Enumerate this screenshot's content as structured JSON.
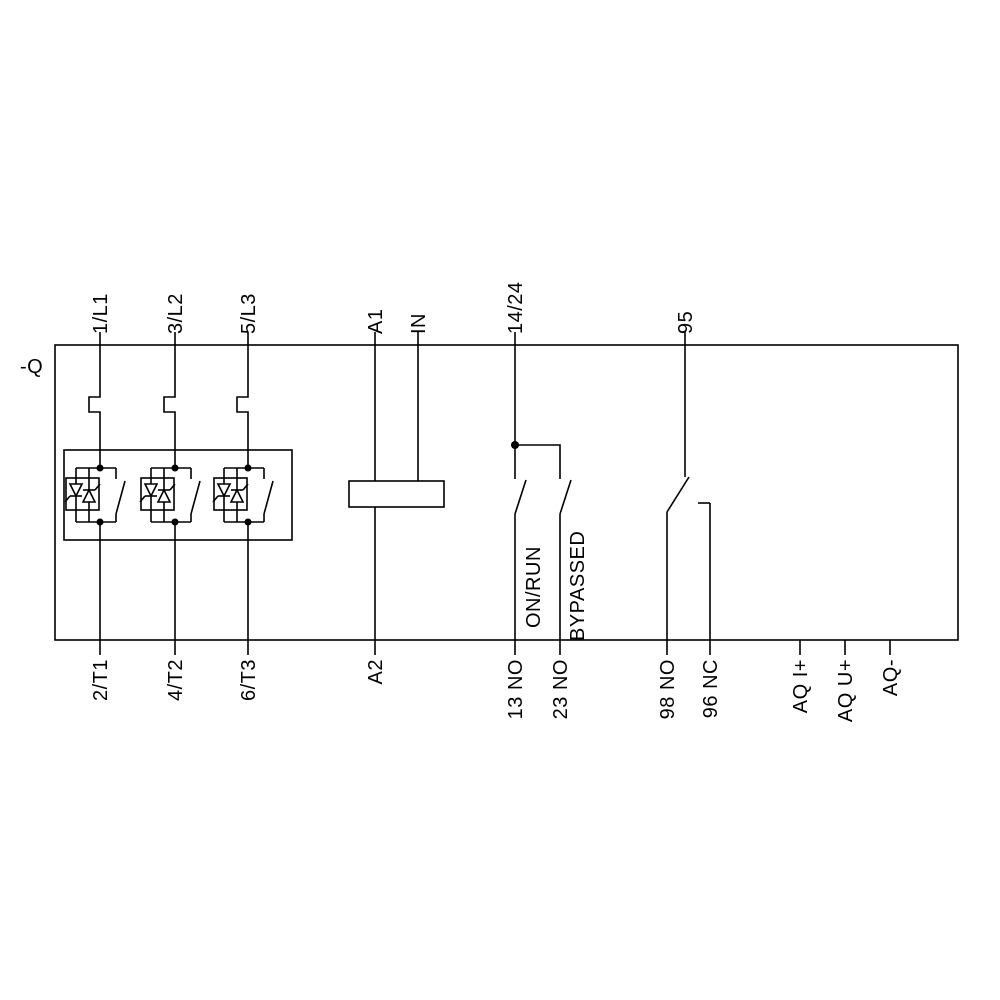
{
  "device": {
    "reference": "-Q"
  },
  "terminals": {
    "top": [
      "1/L1",
      "3/L2",
      "5/L3",
      "A1",
      "IN",
      "14/24",
      "95"
    ],
    "bottom": [
      "2/T1",
      "4/T2",
      "6/T3",
      "A2",
      "13 NO",
      "23 NO",
      "98 NO",
      "96 NC",
      "AQ I+",
      "AQ U+",
      "AQ-"
    ]
  },
  "contacts": {
    "on_run": "ON/RUN",
    "bypassed": "BYPASSED"
  },
  "colors": {
    "line": "#000000",
    "background": "#ffffff"
  }
}
